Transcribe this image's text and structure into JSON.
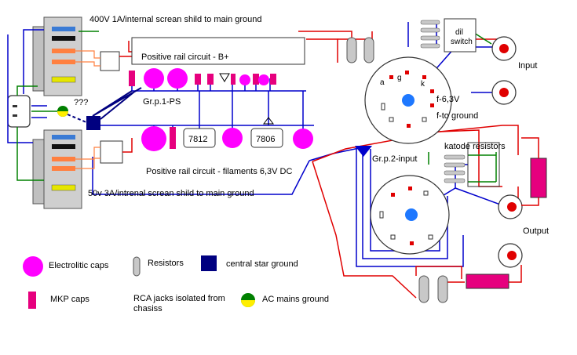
{
  "labels": {
    "psu_top": "400V 1A/internal screan shild to main ground",
    "psu_bottom": "50v 3A/intrenal screan shild to main ground",
    "positive_rail_b": "Positive rail circuit - B+",
    "positive_rail_fil": "Positive rail circuit  - filaments 6,3V DC",
    "group1": "Gr.p.1-PS",
    "group2": "Gr.p.2-input",
    "reg1": "7812",
    "reg2": "7806",
    "question": "???",
    "dil_line1": "dil",
    "dil_line2": "switch",
    "input": "Input",
    "output": "Output",
    "katode": "katode resistors",
    "fil_label": "f-6,3V",
    "fil_ground": "f-to ground",
    "pin_a": "a",
    "pin_g": "g",
    "pin_k": "k"
  },
  "legend": {
    "electrolitic": "Electrolitic caps",
    "mkp": "MKP caps",
    "resistors": "Resistors",
    "star_ground": "central star ground",
    "rca_line1": "RCA jacks isolated from",
    "rca_line2": "chasiss",
    "ac_ground": "AC mains ground"
  },
  "colors": {
    "electrolytic": "#ff00ff",
    "mkp": "#e6007e",
    "wire_blue": "#0000cc",
    "wire_red": "#e00000",
    "wire_green": "#008000",
    "star_ground": "#000080",
    "resistor": "#c8c8c8",
    "transformer": "#c0c0c0",
    "tube_grid": "#1e78ff"
  }
}
